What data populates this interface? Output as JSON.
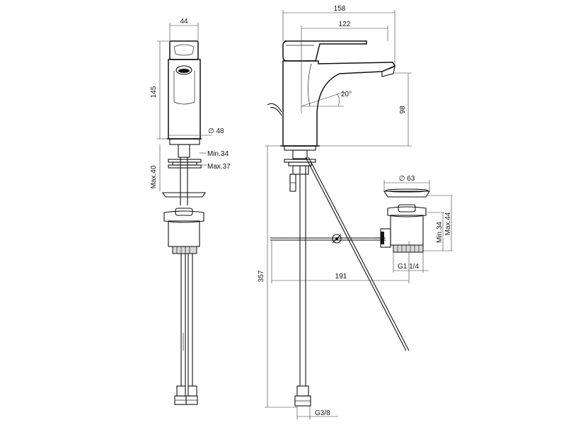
{
  "front_view": {
    "width_44": "44",
    "height_145": "145",
    "diameter_48": "∅ 48",
    "min_34": "Min.34",
    "max_37": "Max.37",
    "max_40": "Max.40"
  },
  "side_view": {
    "width_158": "158",
    "width_122": "122",
    "angle_20": "20°",
    "height_98": "98",
    "height_357": "357",
    "reach_191": "191",
    "thread_g38": "G3/8"
  },
  "waste_detail": {
    "diameter_63": "∅ 63",
    "min_34": "Min.34",
    "max_44": "Max.44",
    "thread_g114": "G1 1/4"
  }
}
